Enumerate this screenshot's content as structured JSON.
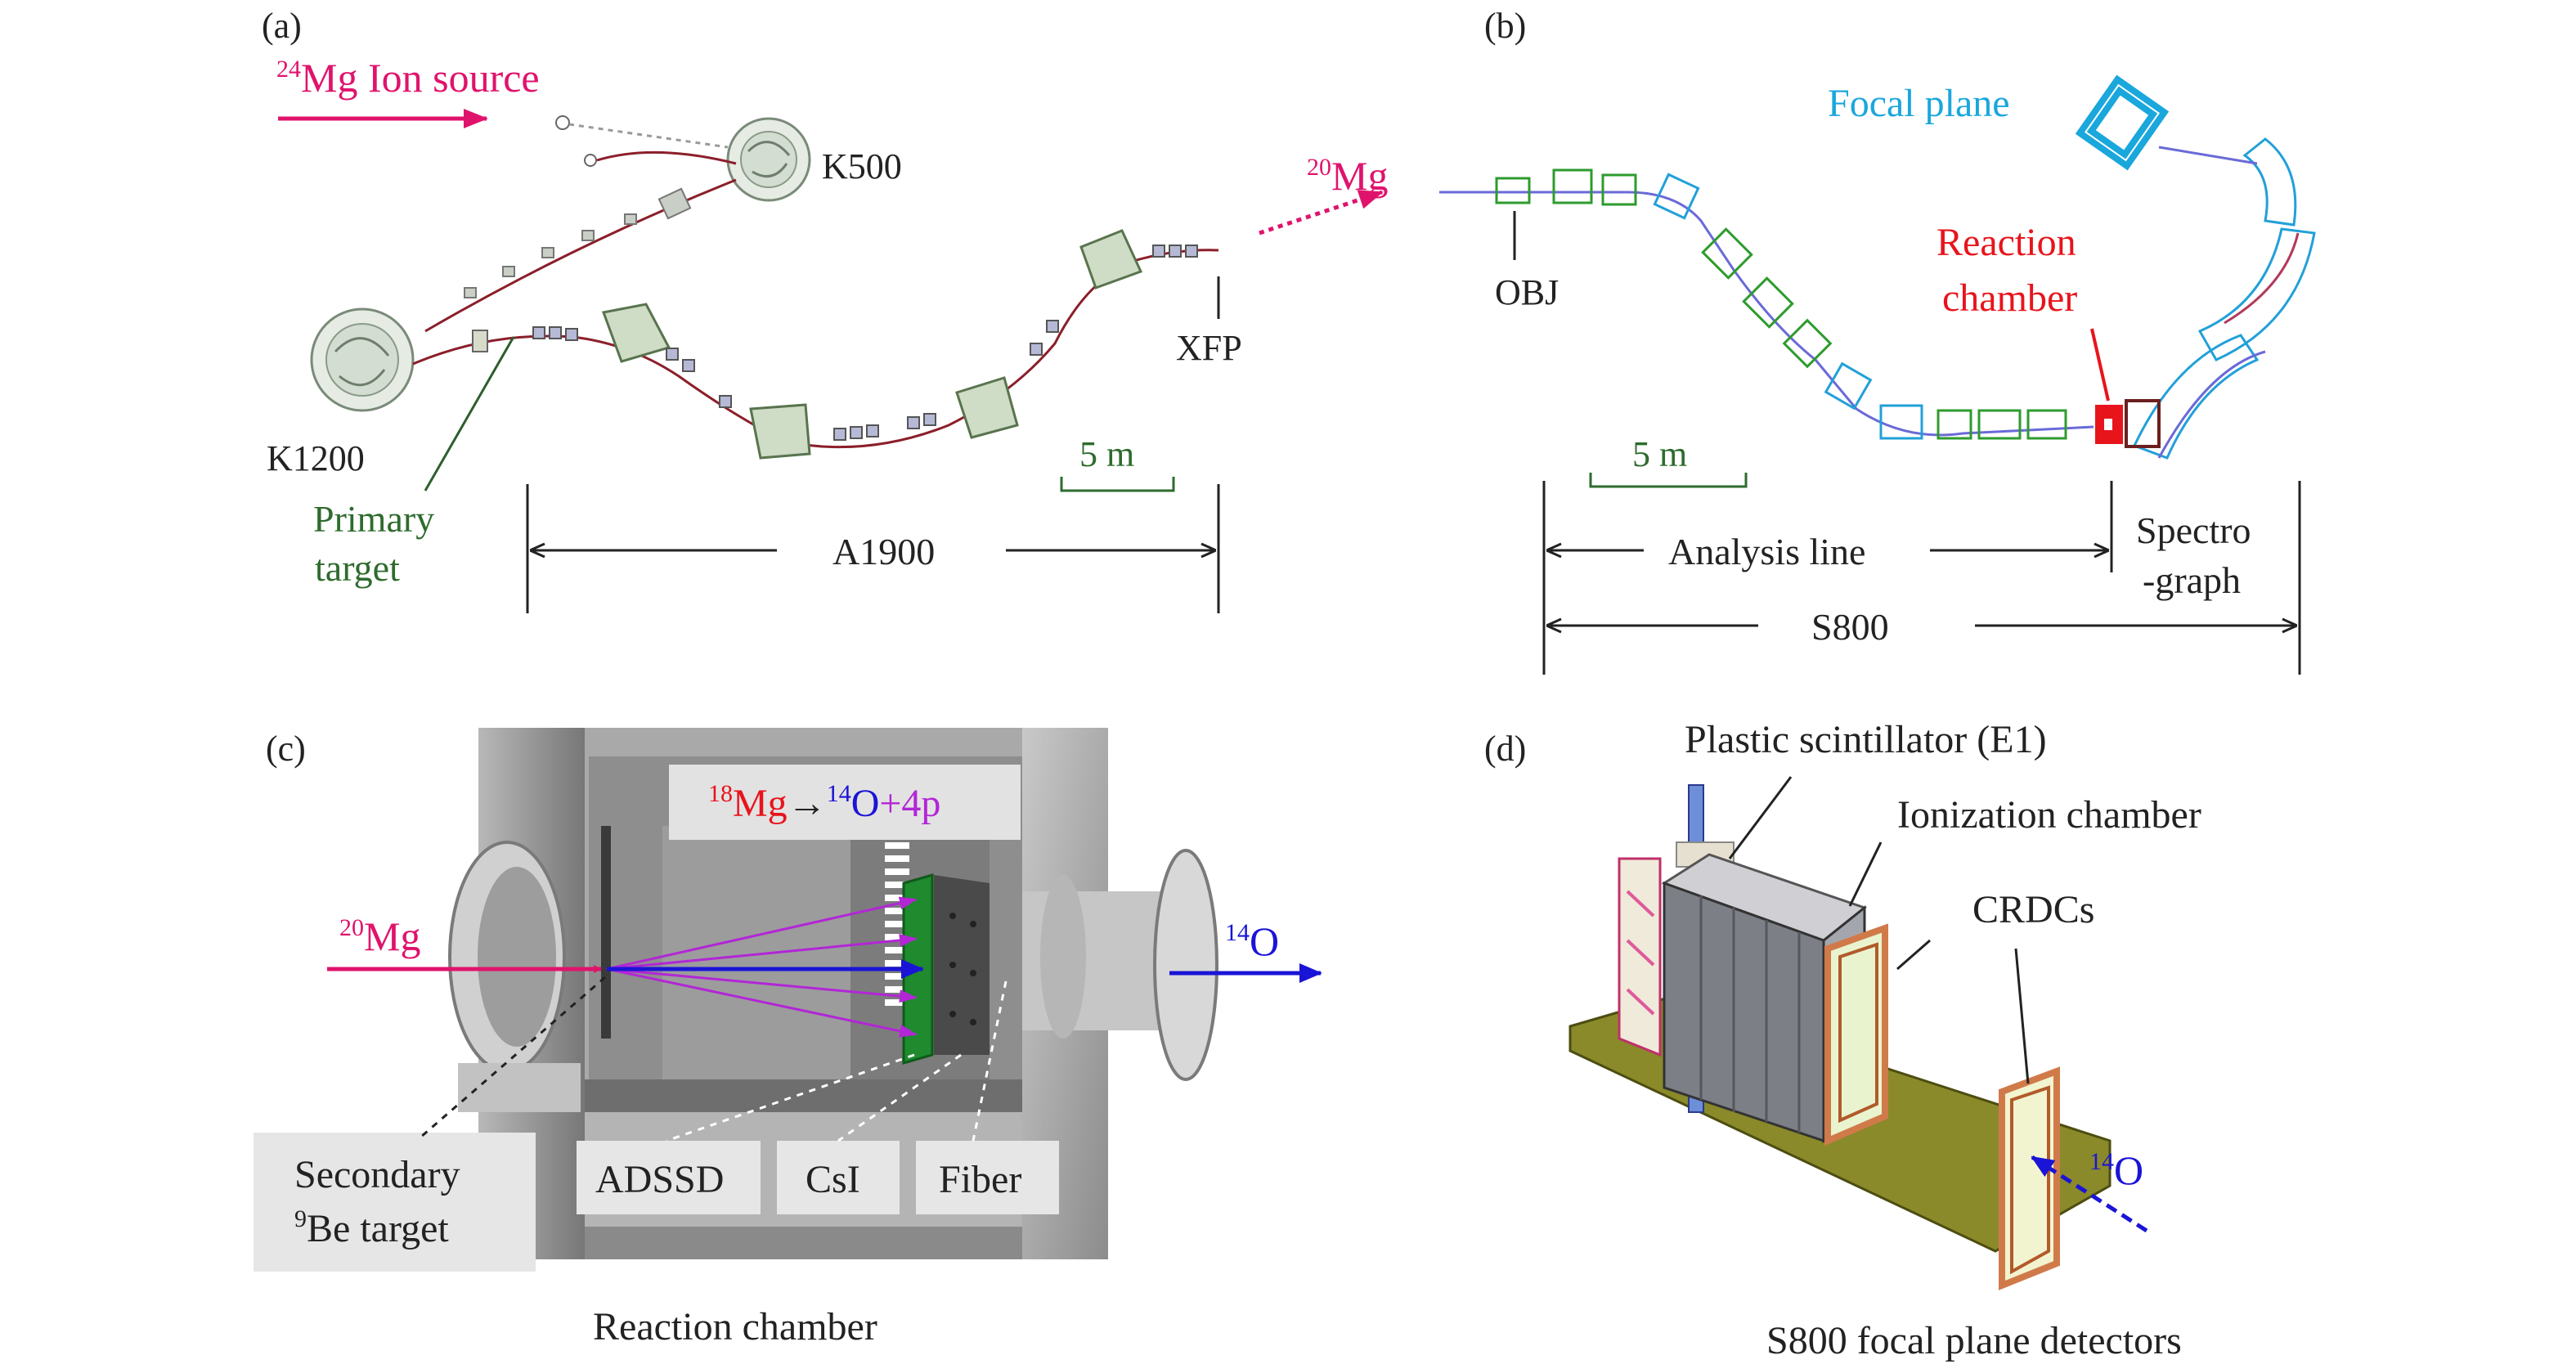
{
  "panel_a": {
    "panel_label": "(a)",
    "ion_source_mass": "24",
    "ion_source_text": "Mg Ion source",
    "cyclotron_k500": "K500",
    "cyclotron_k1200": "K1200",
    "xfp": "XFP",
    "primary_target_line1": "Primary",
    "primary_target_line2": "target",
    "scale_bar": "5 m",
    "separator": "A1900",
    "beam_out_mass": "20",
    "beam_out_element": "Mg"
  },
  "panel_b": {
    "panel_label": "(b)",
    "focal_plane": "Focal plane",
    "reaction_chamber_line1": "Reaction",
    "reaction_chamber_line2": "chamber",
    "obj": "OBJ",
    "scale_bar": "5 m",
    "analysis_line": "Analysis line",
    "spectrograph_line1": "Spectro",
    "spectrograph_line2": "-graph",
    "s800": "S800"
  },
  "panel_c": {
    "panel_label": "(c)",
    "reaction_mass_in": "18",
    "reaction_elem_in": "Mg",
    "reaction_arrow": "→",
    "reaction_mass_out": "14",
    "reaction_elem_out": "O",
    "reaction_protons": "+4p",
    "beam_in_mass": "20",
    "beam_in_element": "Mg",
    "beam_out_mass": "14",
    "beam_out_element": "O",
    "secondary_target_line1": "Secondary",
    "secondary_target_mass": "9",
    "secondary_target_line2": "Be target",
    "adssd": "ADSSD",
    "csi": "CsI",
    "fiber": "Fiber",
    "caption": "Reaction chamber"
  },
  "panel_d": {
    "panel_label": "(d)",
    "plastic_scintillator": "Plastic scintillator (E1)",
    "ionization_chamber": "Ionization chamber",
    "crdcs": "CRDCs",
    "beam_mass": "14",
    "beam_element": "O",
    "caption": "S800 focal plane detectors"
  },
  "colors": {
    "magenta": "#e0136c",
    "green_label": "#2e6b2e",
    "cyan": "#1aa7dc",
    "red": "#e8141c",
    "blue": "#1a14d6",
    "purple": "#b226d6"
  }
}
